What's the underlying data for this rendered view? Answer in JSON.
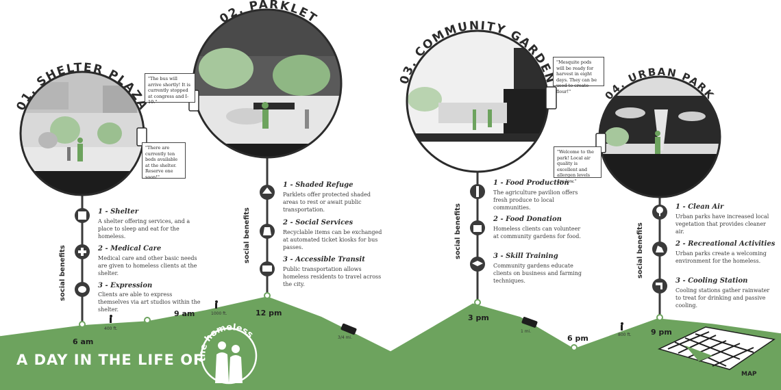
{
  "title": "A DAY IN THE LIFE OF",
  "subject": "the homeless",
  "map_label": "MAP",
  "social_benefits_label": "social benefits",
  "colors": {
    "green": "#6da35e",
    "dark": "#3a3a3a",
    "white": "#ffffff"
  },
  "stops": [
    {
      "title": "01. SHELTER PLAZA",
      "time": "6 am",
      "bubbles": [
        "\"There are currently ten beds available at the shelter. Reserve one soon!\""
      ],
      "benefits": [
        {
          "icon": "building-icon",
          "title": "1 - Shelter",
          "desc": "A shelter offering services, and a place to sleep and eat for the homeless."
        },
        {
          "icon": "medical-icon",
          "title": "2 - Medical Care",
          "desc": "Medical care and other basic needs are given to homeless clients at the shelter."
        },
        {
          "icon": "palette-icon",
          "title": "3 - Expression",
          "desc": "Clients are able to express themselves via art studios within the shelter."
        }
      ]
    },
    {
      "title": "02. PARKLET",
      "time": "12 pm",
      "bubbles": [
        "\"The bus will arrive shortly! It is currently stopped at congress and I-10.\""
      ],
      "benefits": [
        {
          "icon": "shade-icon",
          "title": "1 - Shaded Refuge",
          "desc": "Parklets offer protected shaded areas to rest or await public transportation."
        },
        {
          "icon": "recycle-icon",
          "title": "2 - Social Services",
          "desc": "Recyclable items can be exchanged at automated ticket kiosks for bus passes."
        },
        {
          "icon": "bus-icon",
          "title": "3 - Accessible Transit",
          "desc": "Public transportation allows homeless residents to travel across the city."
        }
      ]
    },
    {
      "title": "03. COMMUNITY GARDEN",
      "time": "3 pm",
      "bubbles": [
        "\"Mesquite pods will be ready for harvest in eight days. They can be used to create flour!\""
      ],
      "benefits": [
        {
          "icon": "wheat-icon",
          "title": "1 - Food Production",
          "desc": "The agriculture pavilion offers fresh produce to local communities."
        },
        {
          "icon": "food-box-icon",
          "title": "2 - Food Donation",
          "desc": "Homeless clients can volunteer at community gardens for food."
        },
        {
          "icon": "graduation-cap-icon",
          "title": "3 - Skill Training",
          "desc": "Community gardens educate clients on business and farming techniques."
        }
      ]
    },
    {
      "title": "04. URBAN PARK",
      "time": "9 pm",
      "bubbles": [
        "\"Welcome to the park! Local air quality is excellent and allergen levels are low.\""
      ],
      "benefits": [
        {
          "icon": "tree-icon",
          "title": "1 - Clean Air",
          "desc": "Urban parks have increased local vegetation that provides cleaner air."
        },
        {
          "icon": "muscle-icon",
          "title": "2 - Recreational Activities",
          "desc": "Urban parks create a welcoming environment for the homeless."
        },
        {
          "icon": "faucet-icon",
          "title": "3 - Cooling Station",
          "desc": "Cooling stations gather rainwater to treat for drinking and passive cooling."
        }
      ]
    }
  ],
  "intermediate_times": [
    "9 am",
    "6 pm"
  ],
  "legs": [
    {
      "mode": "walk-icon",
      "distance": "400 ft."
    },
    {
      "mode": "walk-icon",
      "distance": "1000 ft."
    },
    {
      "mode": "bus-icon",
      "distance": "3/4 mi."
    },
    {
      "mode": "bus-icon",
      "distance": "1 mi."
    },
    {
      "mode": "walk-icon",
      "distance": "800 ft."
    }
  ]
}
